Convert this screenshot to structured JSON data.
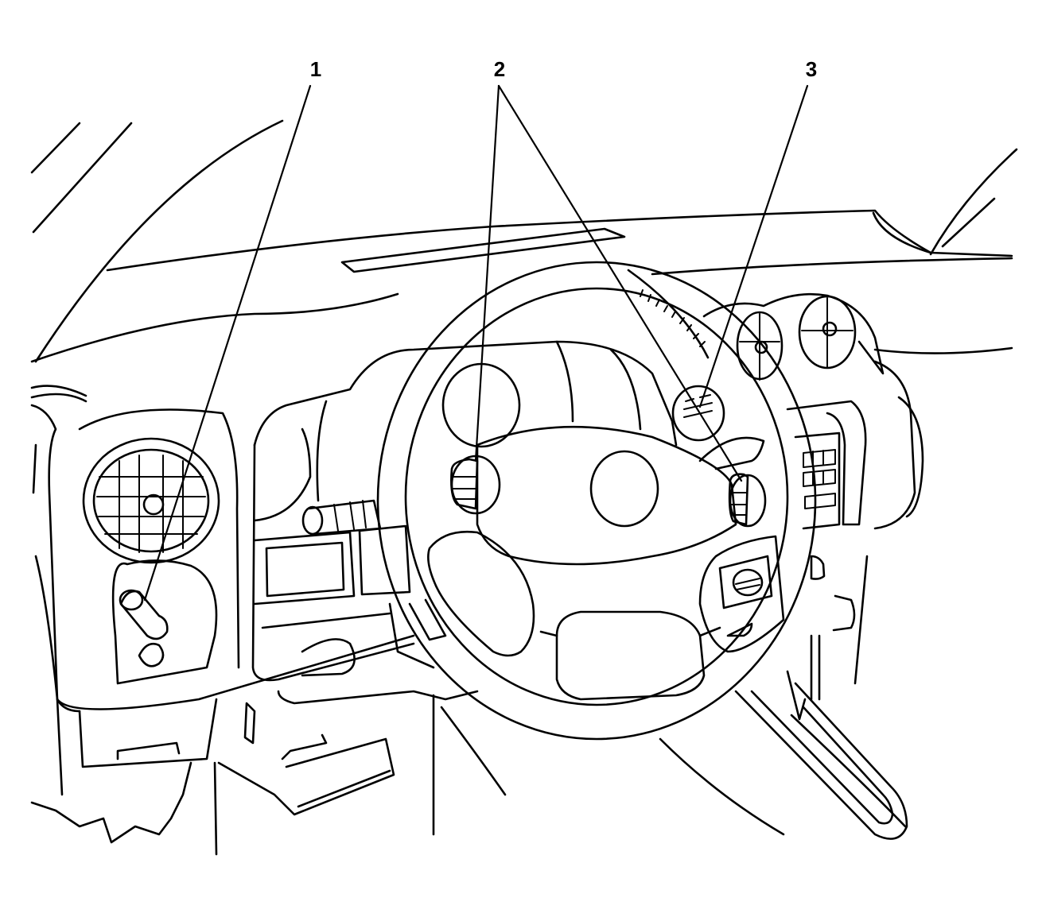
{
  "callouts": [
    {
      "label": "1"
    },
    {
      "label": "2"
    },
    {
      "label": "3"
    }
  ],
  "colors": {
    "ink": "#000000",
    "background": "#ffffff"
  }
}
